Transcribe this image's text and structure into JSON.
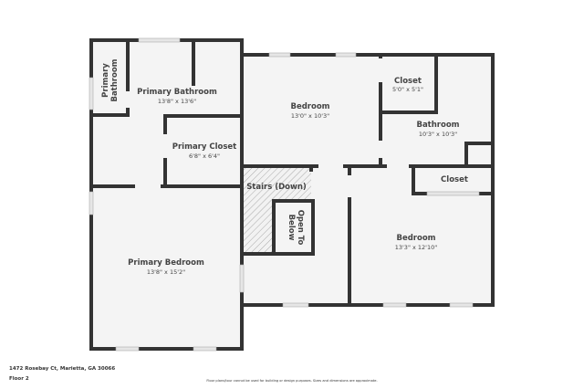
{
  "rooms": {
    "primary_bathroom_wc": {
      "name": "Primary Bathroom"
    },
    "primary_bathroom": {
      "name": "Primary Bathroom",
      "dims": "13'8\" x 13'6\""
    },
    "primary_closet": {
      "name": "Primary Closet",
      "dims": "6'8\" x 6'4\""
    },
    "primary_bedroom": {
      "name": "Primary Bedroom",
      "dims": "13'8\" x 15'2\""
    },
    "bedroom_1": {
      "name": "Bedroom",
      "dims": "13'0\" x 10'3\""
    },
    "closet_1": {
      "name": "Closet",
      "dims": "5'0\" x 5'1\""
    },
    "bathroom": {
      "name": "Bathroom",
      "dims": "10'3\" x 10'3\""
    },
    "closet_2": {
      "name": "Closet"
    },
    "stairs": {
      "name": "Stairs (Down)"
    },
    "open_to_below": {
      "name": "Open To Below"
    },
    "bedroom_2": {
      "name": "Bedroom",
      "dims": "13'3\" x 12'10\""
    }
  },
  "wc_lines": [
    "Primary",
    "Bathroom"
  ],
  "open_lines": [
    "Open To",
    "Below"
  ],
  "footer": {
    "address": "1472 Rosebay Ct, Marietta, GA 30066",
    "floor": "Floor 2",
    "disclaimer": "Floor plans/tour cannot be used for building or design purposes. Sizes and dimensions are approximate."
  },
  "colors": {
    "wall": "#333333",
    "room": "#f4f4f4",
    "window": "#e6e6e6"
  }
}
